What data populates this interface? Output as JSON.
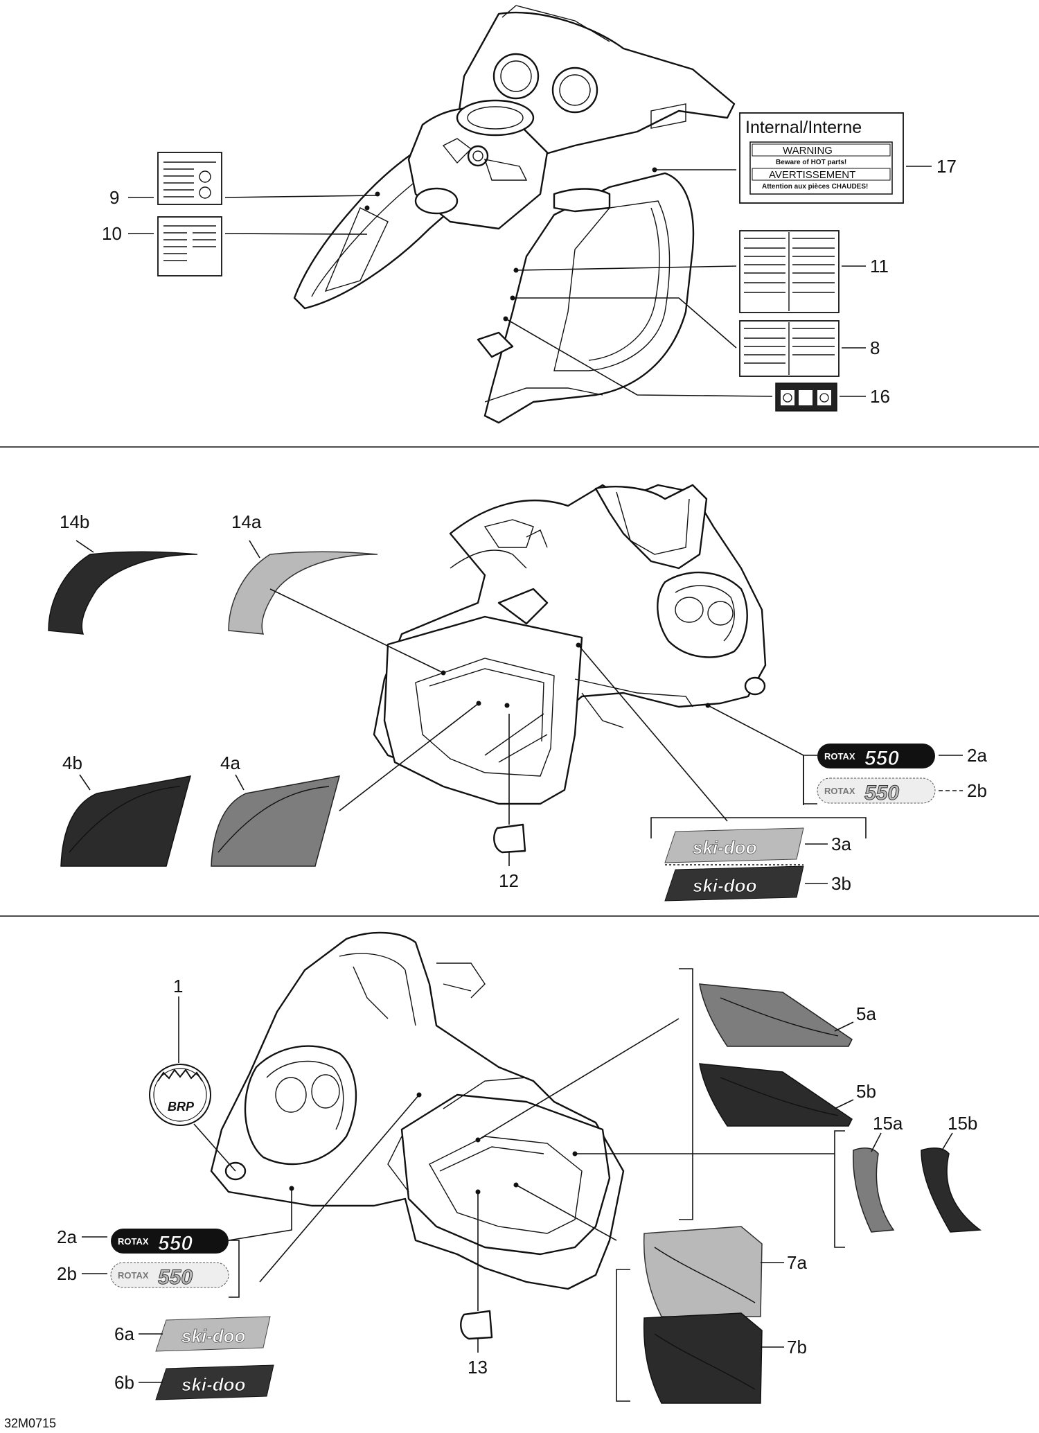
{
  "diagram_code": "32M0715",
  "internal_box": {
    "heading": "Internal/Interne",
    "warning_title": "WARNING",
    "warning_text": "Beware of HOT parts!",
    "avert_title": "AVERTISSEMENT",
    "avert_text": "Attention aux pièces CHAUDES!"
  },
  "brand_text": {
    "rotax": "ROTAX",
    "rotax_num": "550",
    "skidoo": "ski-doo",
    "brp": "BRP"
  },
  "callouts": {
    "c9": "9",
    "c10": "10",
    "c17": "17",
    "c11": "11",
    "c8": "8",
    "c16": "16",
    "c14b": "14b",
    "c14a": "14a",
    "c4b": "4b",
    "c4a": "4a",
    "c12": "12",
    "c2a_top": "2a",
    "c2b_top": "2b",
    "c3a": "3a",
    "c3b": "3b",
    "c1": "1",
    "c5a": "5a",
    "c5b": "5b",
    "c15a": "15a",
    "c15b": "15b",
    "c7a": "7a",
    "c7b": "7b",
    "c2a_bot": "2a",
    "c2b_bot": "2b",
    "c6a": "6a",
    "c6b": "6b",
    "c13": "13"
  }
}
